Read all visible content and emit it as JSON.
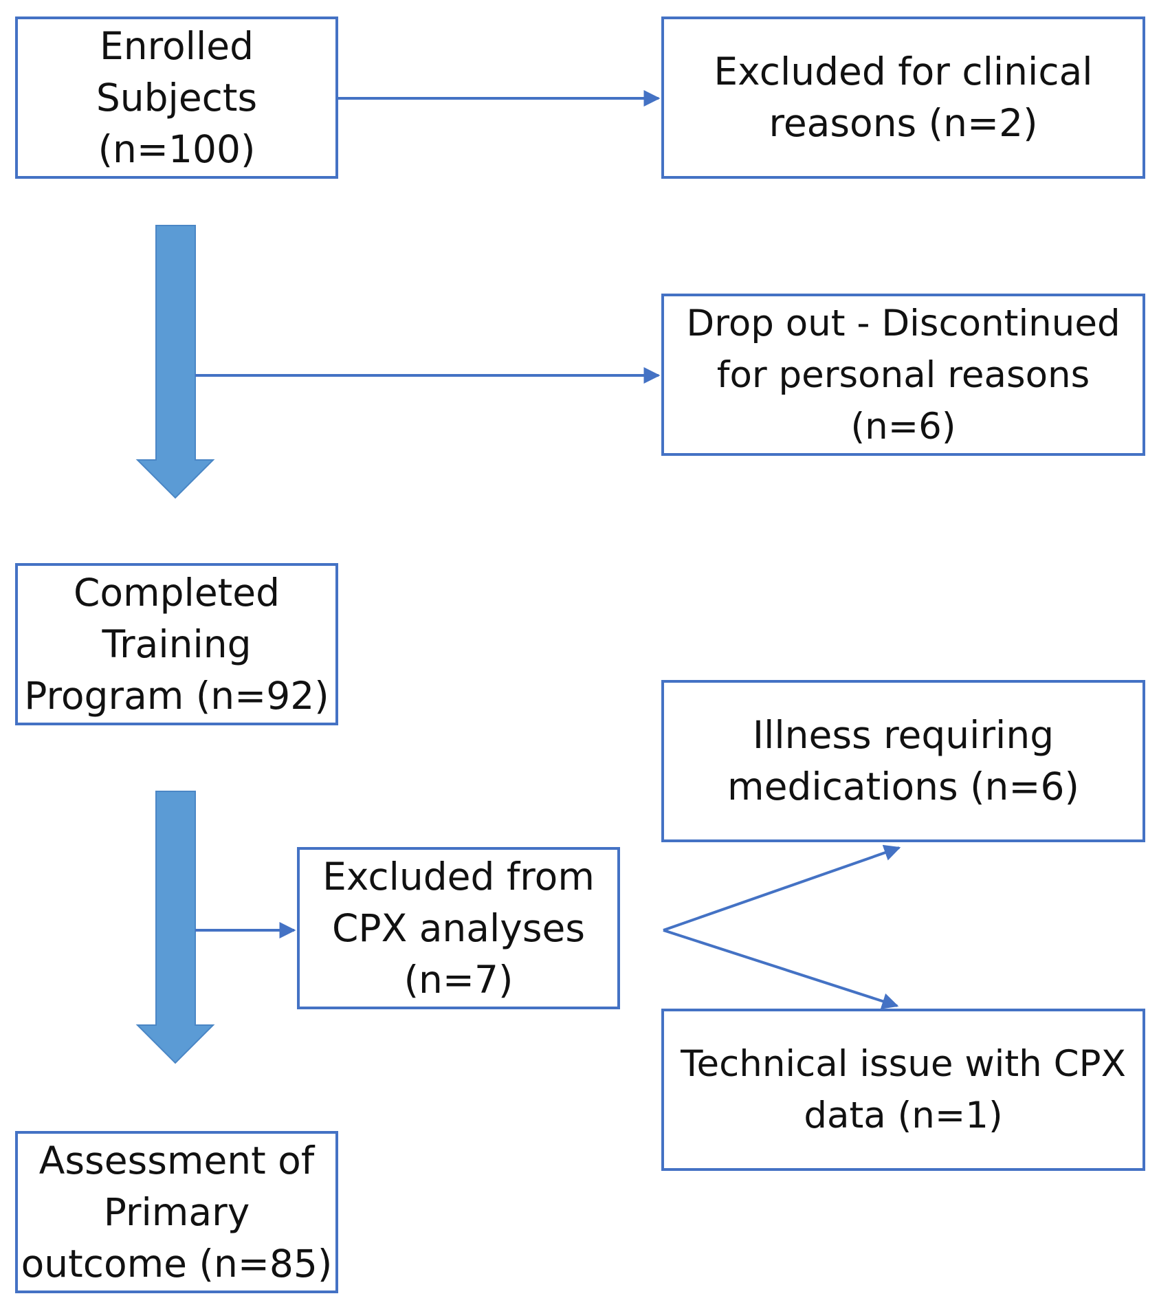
{
  "boxes": {
    "enrolled": [
      "Enrolled",
      "Subjects",
      "(n=100)"
    ],
    "excluded_clinical": [
      "Excluded for clinical",
      "reasons (n=2)"
    ],
    "dropout": [
      "Drop out - Discontinued",
      "for personal reasons",
      "(n=6)"
    ],
    "completed": [
      "Completed",
      "Training",
      "Program (n=92)"
    ],
    "illness": [
      "Illness requiring",
      "medications (n=6)"
    ],
    "excluded_cpx": [
      "Excluded from",
      "CPX analyses",
      "(n=7)"
    ],
    "technical": [
      "Technical issue with CPX",
      "data (n=1)"
    ],
    "assessment": [
      "Assessment of",
      "Primary",
      "outcome (n=85)"
    ]
  },
  "colors": {
    "box_border": "#4472c4",
    "thin_arrow": "#4472c4",
    "block_arrow": "#5b9bd5",
    "text": "#111111"
  }
}
